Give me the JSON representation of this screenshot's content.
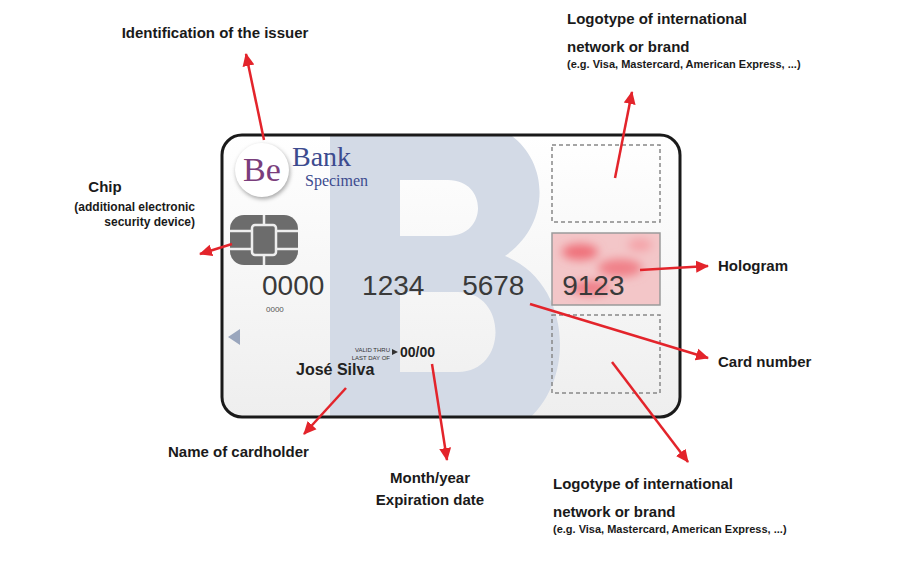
{
  "diagram": {
    "nodes": [
      {
        "text": [
          "Bank",
          "Specimen",
          "0000 1234 5678 9123",
          "0000",
          "VALID THRU",
          "LAST DAY OF",
          "00/00",
          "José Silva"
        ]
      },
      {
        "text": [
          "Be"
        ],
        "in": 0
      }
    ],
    "labels": [
      "Identification of the issuer",
      "Logotype of international network or brand",
      "(e.g. Visa, Mastercard, American Express, ...)",
      "Chip",
      "(additional electronic security device)",
      "Hologram",
      "Card number",
      "Name of cardholder",
      "Month/year Expiration date",
      "Logotype of international network or brand",
      "(e.g. Visa, Mastercard, American Express, ...)"
    ]
  }
}
